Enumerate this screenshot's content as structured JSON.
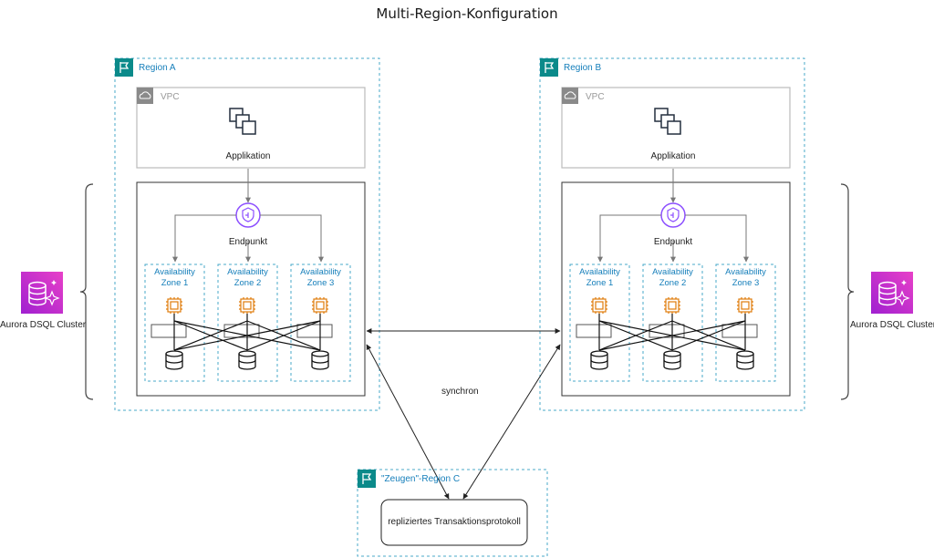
{
  "title": "Multi-Region-Konfiguration",
  "regions": [
    {
      "name": "Region A",
      "vpc": "VPC",
      "app": "Applikation",
      "endpoint": "Endpunkt",
      "zones": [
        "Availability\nZone 1",
        "Availability\nZone 2",
        "Availability\nZone 3"
      ]
    },
    {
      "name": "Region B",
      "vpc": "VPC",
      "app": "Applikation",
      "endpoint": "Endpunkt",
      "zones": [
        "Availability\nZone 1",
        "Availability\nZone 2",
        "Availability\nZone 3"
      ]
    }
  ],
  "witness": {
    "name": "\"Zeugen\"-Region C",
    "log": "repliziertes Transaktionsprotokoll"
  },
  "cluster_label": "Aurora DSQL Cluster",
  "sync_label": "synchron",
  "colors": {
    "accent": "#147eba",
    "teal": "#0b8a8a",
    "endpoint": "#8c4fff",
    "chip": "#e07b0a",
    "cluster_top": "#e840c8",
    "cluster_bottom": "#a020d0"
  }
}
